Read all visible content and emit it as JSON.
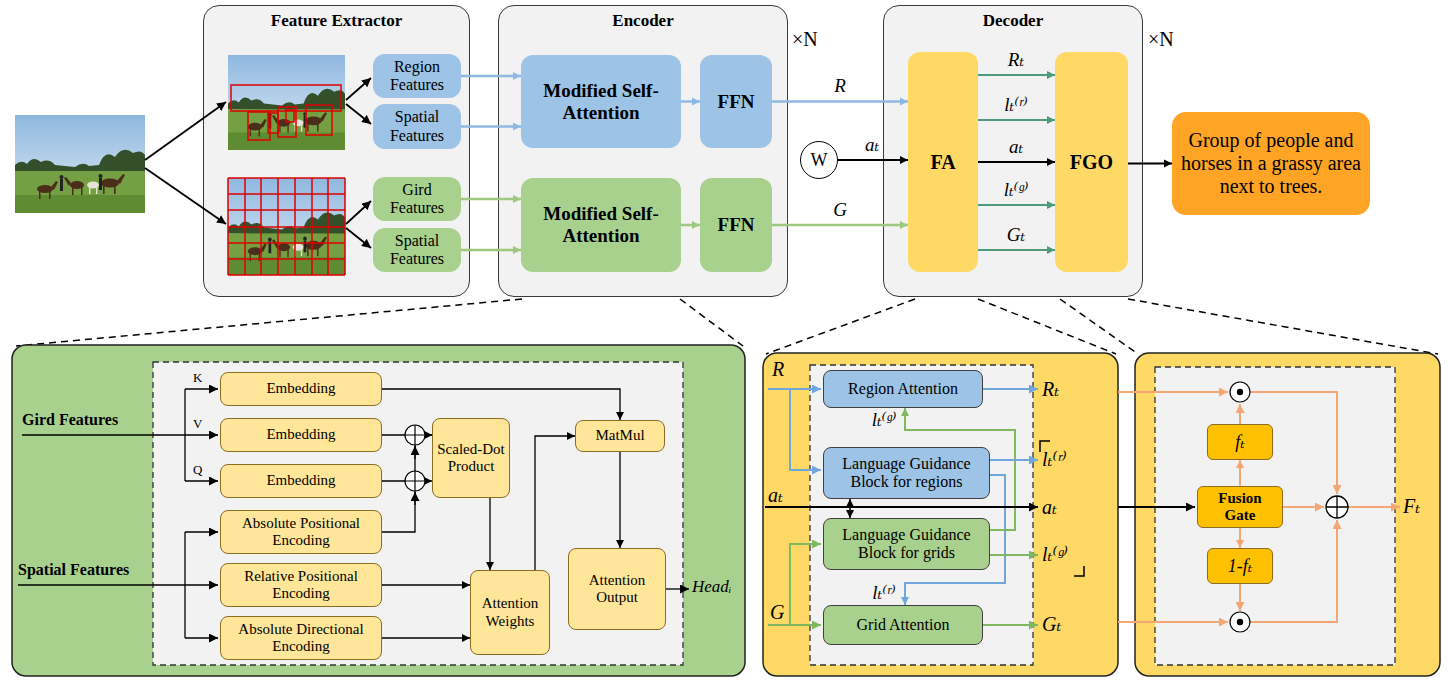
{
  "diagram": {
    "nodes": [
      {
        "text": [
          "Feature Extractor"
        ]
      },
      {
        "text": [
          "Region Features"
        ],
        "in": 0
      },
      {
        "text": [
          "Spatial Features"
        ],
        "in": 0
      },
      {
        "text": [
          "Gird Features"
        ],
        "in": 0
      },
      {
        "text": [
          "Spatial Features"
        ],
        "in": 0
      },
      {
        "text": [
          "Encoder"
        ]
      },
      {
        "text": [
          "Modified Self-Attention"
        ],
        "in": 5
      },
      {
        "text": [
          "FFN"
        ],
        "in": 5
      },
      {
        "text": [
          "Modified Self-Attention"
        ],
        "in": 5
      },
      {
        "text": [
          "FFN"
        ],
        "in": 5
      },
      {
        "text": [
          "Decoder"
        ]
      },
      {
        "text": [
          "FA"
        ],
        "in": 10
      },
      {
        "text": [
          "FGO"
        ],
        "in": 10
      },
      {
        "text": [
          "W"
        ]
      },
      {
        "text": [
          "Group of people and horses in a grassy area next to trees."
        ]
      },
      {
        "text": [
          "Embedding"
        ]
      },
      {
        "text": [
          "Embedding"
        ]
      },
      {
        "text": [
          "Embedding"
        ]
      },
      {
        "text": [
          "Absolute Positional Encoding"
        ]
      },
      {
        "text": [
          "Relative Positional Encoding"
        ]
      },
      {
        "text": [
          "Absolute Directional Encoding"
        ]
      },
      {
        "text": [
          "Scaled-Dot Product"
        ]
      },
      {
        "text": [
          "MatMul"
        ]
      },
      {
        "text": [
          "Attention Weights"
        ]
      },
      {
        "text": [
          "Attention Output"
        ]
      },
      {
        "text": [
          "Region Attention"
        ]
      },
      {
        "text": [
          "Language Guidance Block for regions"
        ]
      },
      {
        "text": [
          "Language Guidance Block for grids"
        ]
      },
      {
        "text": [
          "Grid Attention"
        ]
      },
      {
        "text": [
          "fₜ"
        ]
      },
      {
        "text": [
          "Fusion Gate"
        ]
      },
      {
        "text": [
          "1-fₜ"
        ]
      }
    ],
    "edges": [
      {
        "from": 1,
        "to": 6,
        "arrow": "to"
      },
      {
        "from": 2,
        "to": 6,
        "arrow": "to"
      },
      {
        "from": 3,
        "to": 8,
        "arrow": "to"
      },
      {
        "from": 4,
        "to": 8,
        "arrow": "to"
      },
      {
        "from": 6,
        "to": 7,
        "arrow": "to"
      },
      {
        "from": 8,
        "to": 9,
        "arrow": "to"
      },
      {
        "from": 7,
        "to": 11,
        "label": "R",
        "arrow": "to"
      },
      {
        "from": 9,
        "to": 11,
        "label": "G",
        "arrow": "to"
      },
      {
        "from": 13,
        "to": 11,
        "label": "aₜ",
        "arrow": "to"
      },
      {
        "from": 11,
        "to": 12,
        "label": "Rₜ",
        "arrow": "to"
      },
      {
        "from": 11,
        "to": 12,
        "label": "lₜ⁽ʳ⁾",
        "arrow": "to"
      },
      {
        "from": 11,
        "to": 12,
        "label": "aₜ",
        "arrow": "to"
      },
      {
        "from": 11,
        "to": 12,
        "label": "lₜ⁽ᵍ⁾",
        "arrow": "to"
      },
      {
        "from": 11,
        "to": 12,
        "label": "Gₜ",
        "arrow": "to"
      },
      {
        "from": 12,
        "to": 14,
        "arrow": "to"
      },
      {
        "from": 15,
        "to": 22,
        "arrow": "to"
      },
      {
        "from": 16,
        "to": 21,
        "arrow": "to"
      },
      {
        "from": 17,
        "to": 21,
        "arrow": "to"
      },
      {
        "from": 18,
        "to": 21,
        "arrow": "to"
      },
      {
        "from": 19,
        "to": 23,
        "arrow": "to"
      },
      {
        "from": 20,
        "to": 23,
        "arrow": "to"
      },
      {
        "from": 21,
        "to": 23,
        "arrow": "to"
      },
      {
        "from": 23,
        "to": 22,
        "arrow": "to"
      },
      {
        "from": 22,
        "to": 24,
        "arrow": "to"
      },
      {
        "from": 26,
        "to": 27,
        "arrow": "both"
      },
      {
        "from": 26,
        "to": 28,
        "label": "lₜ⁽ʳ⁾",
        "arrow": "to"
      },
      {
        "from": 27,
        "to": 25,
        "label": "lₜ⁽ᵍ⁾",
        "arrow": "to"
      },
      {
        "from": 30,
        "to": 29,
        "arrow": "to"
      },
      {
        "from": 30,
        "to": 31,
        "arrow": "to"
      }
    ],
    "labels": [
      "×N",
      "×N",
      "K",
      "V",
      "Q",
      "Gird Features",
      "Spatial Features",
      "Headᵢ",
      "R",
      "aₜ",
      "G",
      "Rₜ",
      "lₜ⁽ʳ⁾",
      "aₜ",
      "lₜ⁽ᵍ⁾",
      "Gₜ",
      "Fₜ"
    ]
  }
}
